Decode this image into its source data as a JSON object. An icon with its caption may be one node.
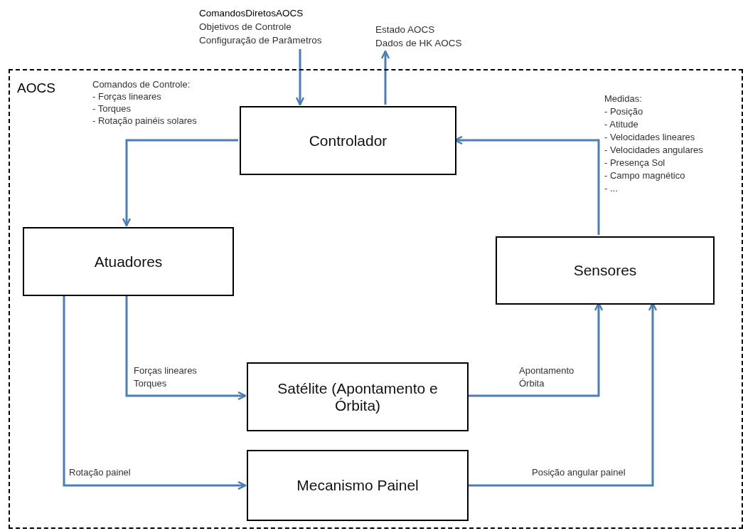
{
  "diagram": {
    "nodes": [
      {
        "text": [
          "AOCS"
        ]
      },
      {
        "text": [
          "Controlador"
        ],
        "in": 0
      },
      {
        "text": [
          "Atuadores"
        ],
        "in": 0
      },
      {
        "text": [
          "Sensores"
        ],
        "in": 0
      },
      {
        "text": [
          "Satélite (Apontamento e Órbita)"
        ],
        "in": 0
      },
      {
        "text": [
          "Mecanismo Painel"
        ],
        "in": 0
      },
      {
        "text": [
          "ComandosDiretosAOCS",
          "Objetivos de Controle",
          "Configuração de Parâmetros"
        ]
      },
      {
        "text": [
          "Estado AOCS",
          "Dados de HK AOCS"
        ]
      }
    ],
    "edges": [
      {
        "from": 6,
        "to": 1,
        "arrow": "to"
      },
      {
        "from": 1,
        "to": 7,
        "arrow": "to"
      },
      {
        "from": 1,
        "to": 2,
        "arrow": "to"
      },
      {
        "from": 3,
        "to": 1,
        "arrow": "to"
      },
      {
        "from": 2,
        "to": 4,
        "arrow": "to",
        "label": "Forças lineares Torques"
      },
      {
        "from": 2,
        "to": 5,
        "arrow": "to",
        "label": "Rotação painel"
      },
      {
        "from": 4,
        "to": 3,
        "arrow": "to",
        "label": "Apontamento Órbita"
      },
      {
        "from": 5,
        "to": 3,
        "arrow": "to",
        "label": "Posição angular painel"
      }
    ],
    "labels": [
      "Comandos de Controle:",
      "- Forças lineares",
      "- Torques",
      "- Rotação painéis solares",
      "Medidas:",
      "- Posição",
      "- Atitude",
      "- Velocidades lineares",
      "- Velocidades angulares",
      "- Presença Sol",
      "- Campo magnético",
      "- ..."
    ]
  }
}
